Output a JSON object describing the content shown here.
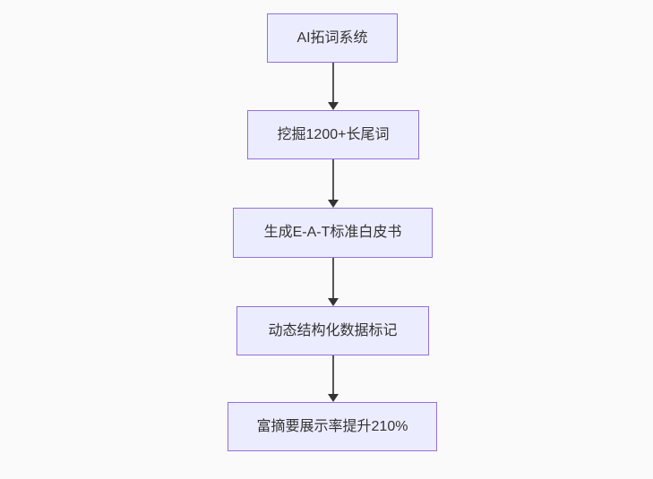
{
  "canvas": {
    "background_color": "#fafafa"
  },
  "flowchart": {
    "type": "vertical-flowchart",
    "direction": "top-down",
    "style": {
      "node_fill": "#ececff",
      "node_border": "#9370db",
      "edge_color": "#555555",
      "arrowhead_color": "#333333",
      "text_color": "#333333"
    },
    "nodes": [
      {
        "id": "step-1",
        "label": "AI拓词系统"
      },
      {
        "id": "step-2",
        "label": "挖掘1200+长尾词"
      },
      {
        "id": "step-3",
        "label": "生成E-A-T标准白皮书"
      },
      {
        "id": "step-4",
        "label": "动态结构化数据标记"
      },
      {
        "id": "step-5",
        "label": "富摘要展示率提升210%"
      }
    ],
    "edges": [
      {
        "from": "step-1",
        "to": "step-2",
        "arrow": "down"
      },
      {
        "from": "step-2",
        "to": "step-3",
        "arrow": "down"
      },
      {
        "from": "step-3",
        "to": "step-4",
        "arrow": "down"
      },
      {
        "from": "step-4",
        "to": "step-5",
        "arrow": "down"
      }
    ]
  }
}
